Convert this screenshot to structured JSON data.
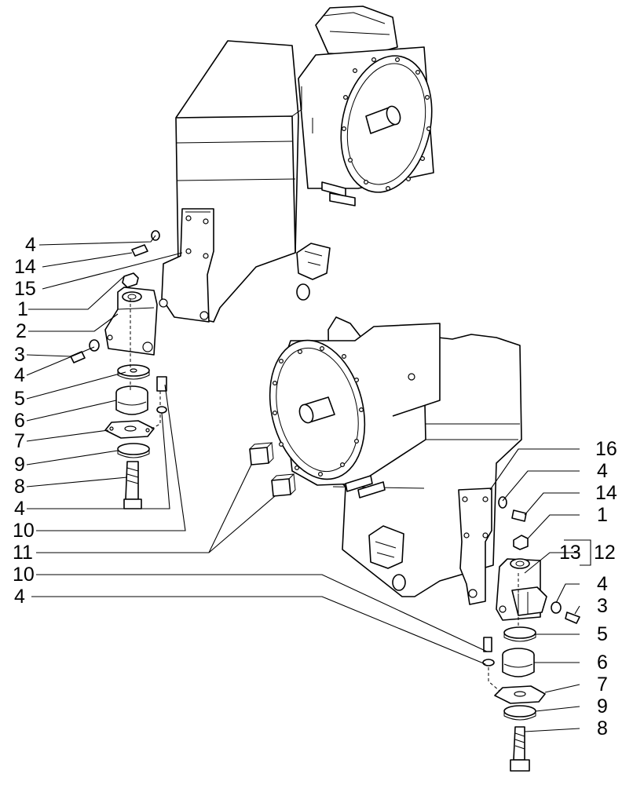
{
  "callouts_left": [
    "4",
    "14",
    "15",
    "1",
    "2",
    "3",
    "4",
    "5",
    "6",
    "7",
    "9",
    "8",
    "4",
    "10",
    "11",
    "10",
    "4"
  ],
  "callouts_right": [
    "16",
    "4",
    "14",
    "1",
    "13",
    "12",
    "4",
    "3",
    "5",
    "6",
    "7",
    "9",
    "8"
  ]
}
